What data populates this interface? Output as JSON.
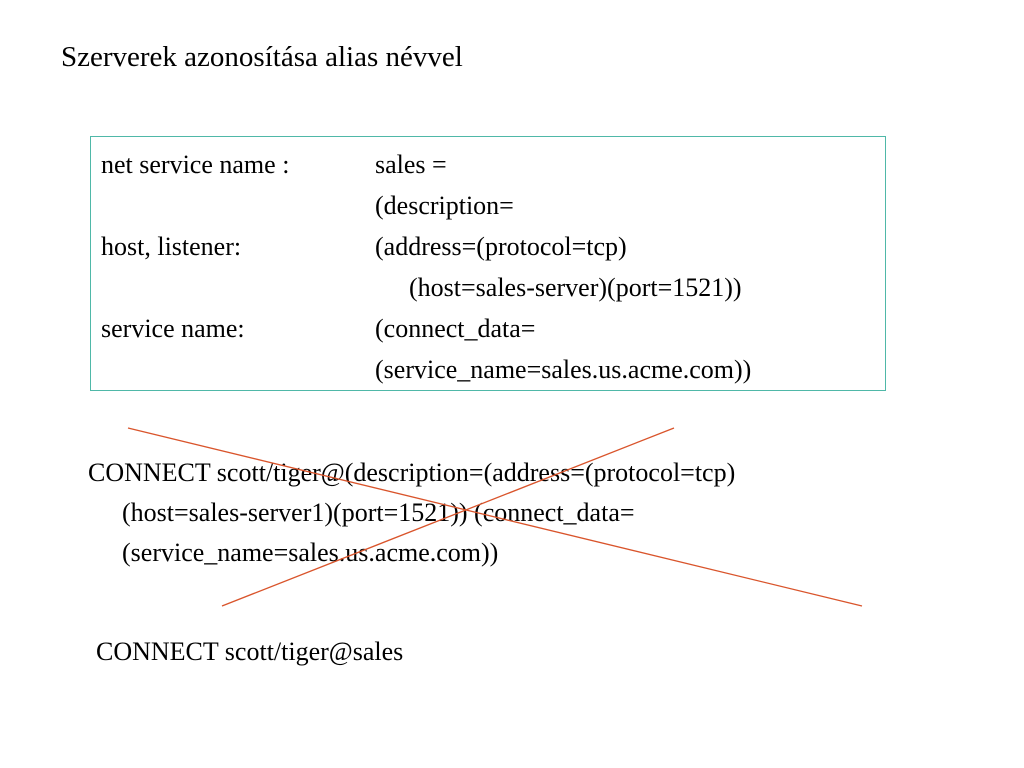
{
  "slide": {
    "title": "Szerverek azonosítása alias névvel"
  },
  "config": {
    "labels": {
      "net_service_name": "net service name :",
      "host_listener": "host, listener:",
      "service_name": "service name:"
    },
    "values": {
      "line1": "sales =",
      "line2": "(description=",
      "line3": "(address=(protocol=tcp)",
      "line4": "(host=sales-server)(port=1521))",
      "line5": "(connect_data=",
      "line6": "(service_name=sales.us.acme.com))"
    },
    "border_color": "#4fb8a8"
  },
  "connect_long": {
    "line1": "CONNECT  scott/tiger@(description=(address=(protocol=tcp)",
    "line2": "(host=sales-server1)(port=1521)) (connect_data=",
    "line3": "(service_name=sales.us.acme.com))",
    "crossed_out": true,
    "cross_color": "#d9542b"
  },
  "connect_short": {
    "text": "CONNECT  scott/tiger@sales"
  }
}
